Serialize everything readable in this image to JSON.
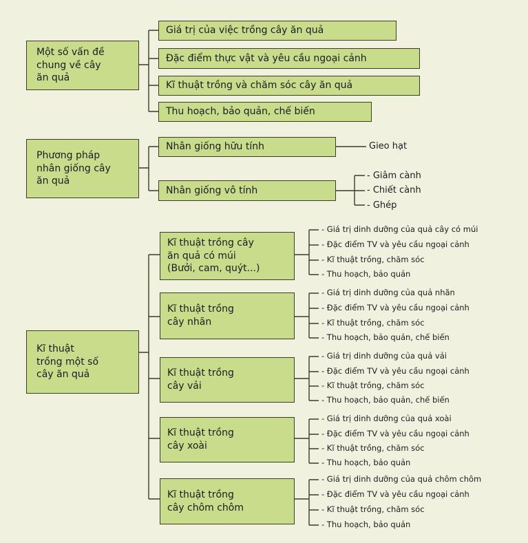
{
  "sections": [
    {
      "title": "Một số vấn đề\nchung về cây\năn quả",
      "children": [
        {
          "label": "Giá trị của việc trồng cây ăn quả"
        },
        {
          "label": "Đặc điểm thực vật và yêu cầu ngoại cảnh"
        },
        {
          "label": "Kĩ thuật trồng và chăm sóc cây ăn quả"
        },
        {
          "label": "Thu hoạch, bảo quản, chế biến"
        }
      ]
    },
    {
      "title": "Phương pháp\nnhân giống cây\năn quả",
      "children": [
        {
          "label": "Nhân giống hữu tính",
          "items": [
            "Gieo hạt"
          ]
        },
        {
          "label": "Nhân giống vô tính",
          "items": [
            "- Giâm cành",
            "- Chiết cành",
            "- Ghép"
          ]
        }
      ]
    },
    {
      "title": "Kĩ thuật\ntrồng một số\ncây ăn quả",
      "children": [
        {
          "label": "Kĩ thuật trồng cây\năn quả có múi\n(Bưởi, cam, quýt...)",
          "items": [
            "- Giá trị dinh dưỡng của quả cây có múi",
            "- Đặc điểm TV và yêu cầu ngoại cảnh",
            "- Kĩ thuật trồng, chăm sóc",
            "- Thu hoạch, bảo quản"
          ]
        },
        {
          "label": "Kĩ thuật trồng\ncây nhãn",
          "items": [
            "- Giá trị dinh dưỡng của quả nhãn",
            "- Đặc điểm TV và yêu cầu ngoại cảnh",
            "- Kĩ thuật trồng, chăm sóc",
            "- Thu hoạch, bảo quản, chế biến"
          ]
        },
        {
          "label": "Kĩ thuật trồng\ncây vải",
          "items": [
            "- Giá trị dinh dưỡng của quả vải",
            "- Đặc điểm TV và yêu cầu ngoại cảnh",
            "- Kĩ thuật trồng, chăm sóc",
            "- Thu hoạch, bảo quản, chế biến"
          ]
        },
        {
          "label": "Kĩ thuật trồng\ncây xoài",
          "items": [
            "- Giá trị dinh dưỡng của quả xoài",
            "- Đặc điểm TV và yêu cầu ngoại cảnh",
            "- Kĩ thuật trồng, chăm sóc",
            "- Thu hoạch, bảo quản"
          ]
        },
        {
          "label": "Kĩ thuật trồng\ncây chôm chôm",
          "items": [
            "- Giá trị dinh dưỡng của quả chôm chôm",
            "- Đặc điểm TV và yêu cầu ngoại cảnh",
            "- Kĩ thuật trồng, chăm sóc",
            "- Thu hoạch, bảo quản"
          ]
        }
      ]
    }
  ]
}
